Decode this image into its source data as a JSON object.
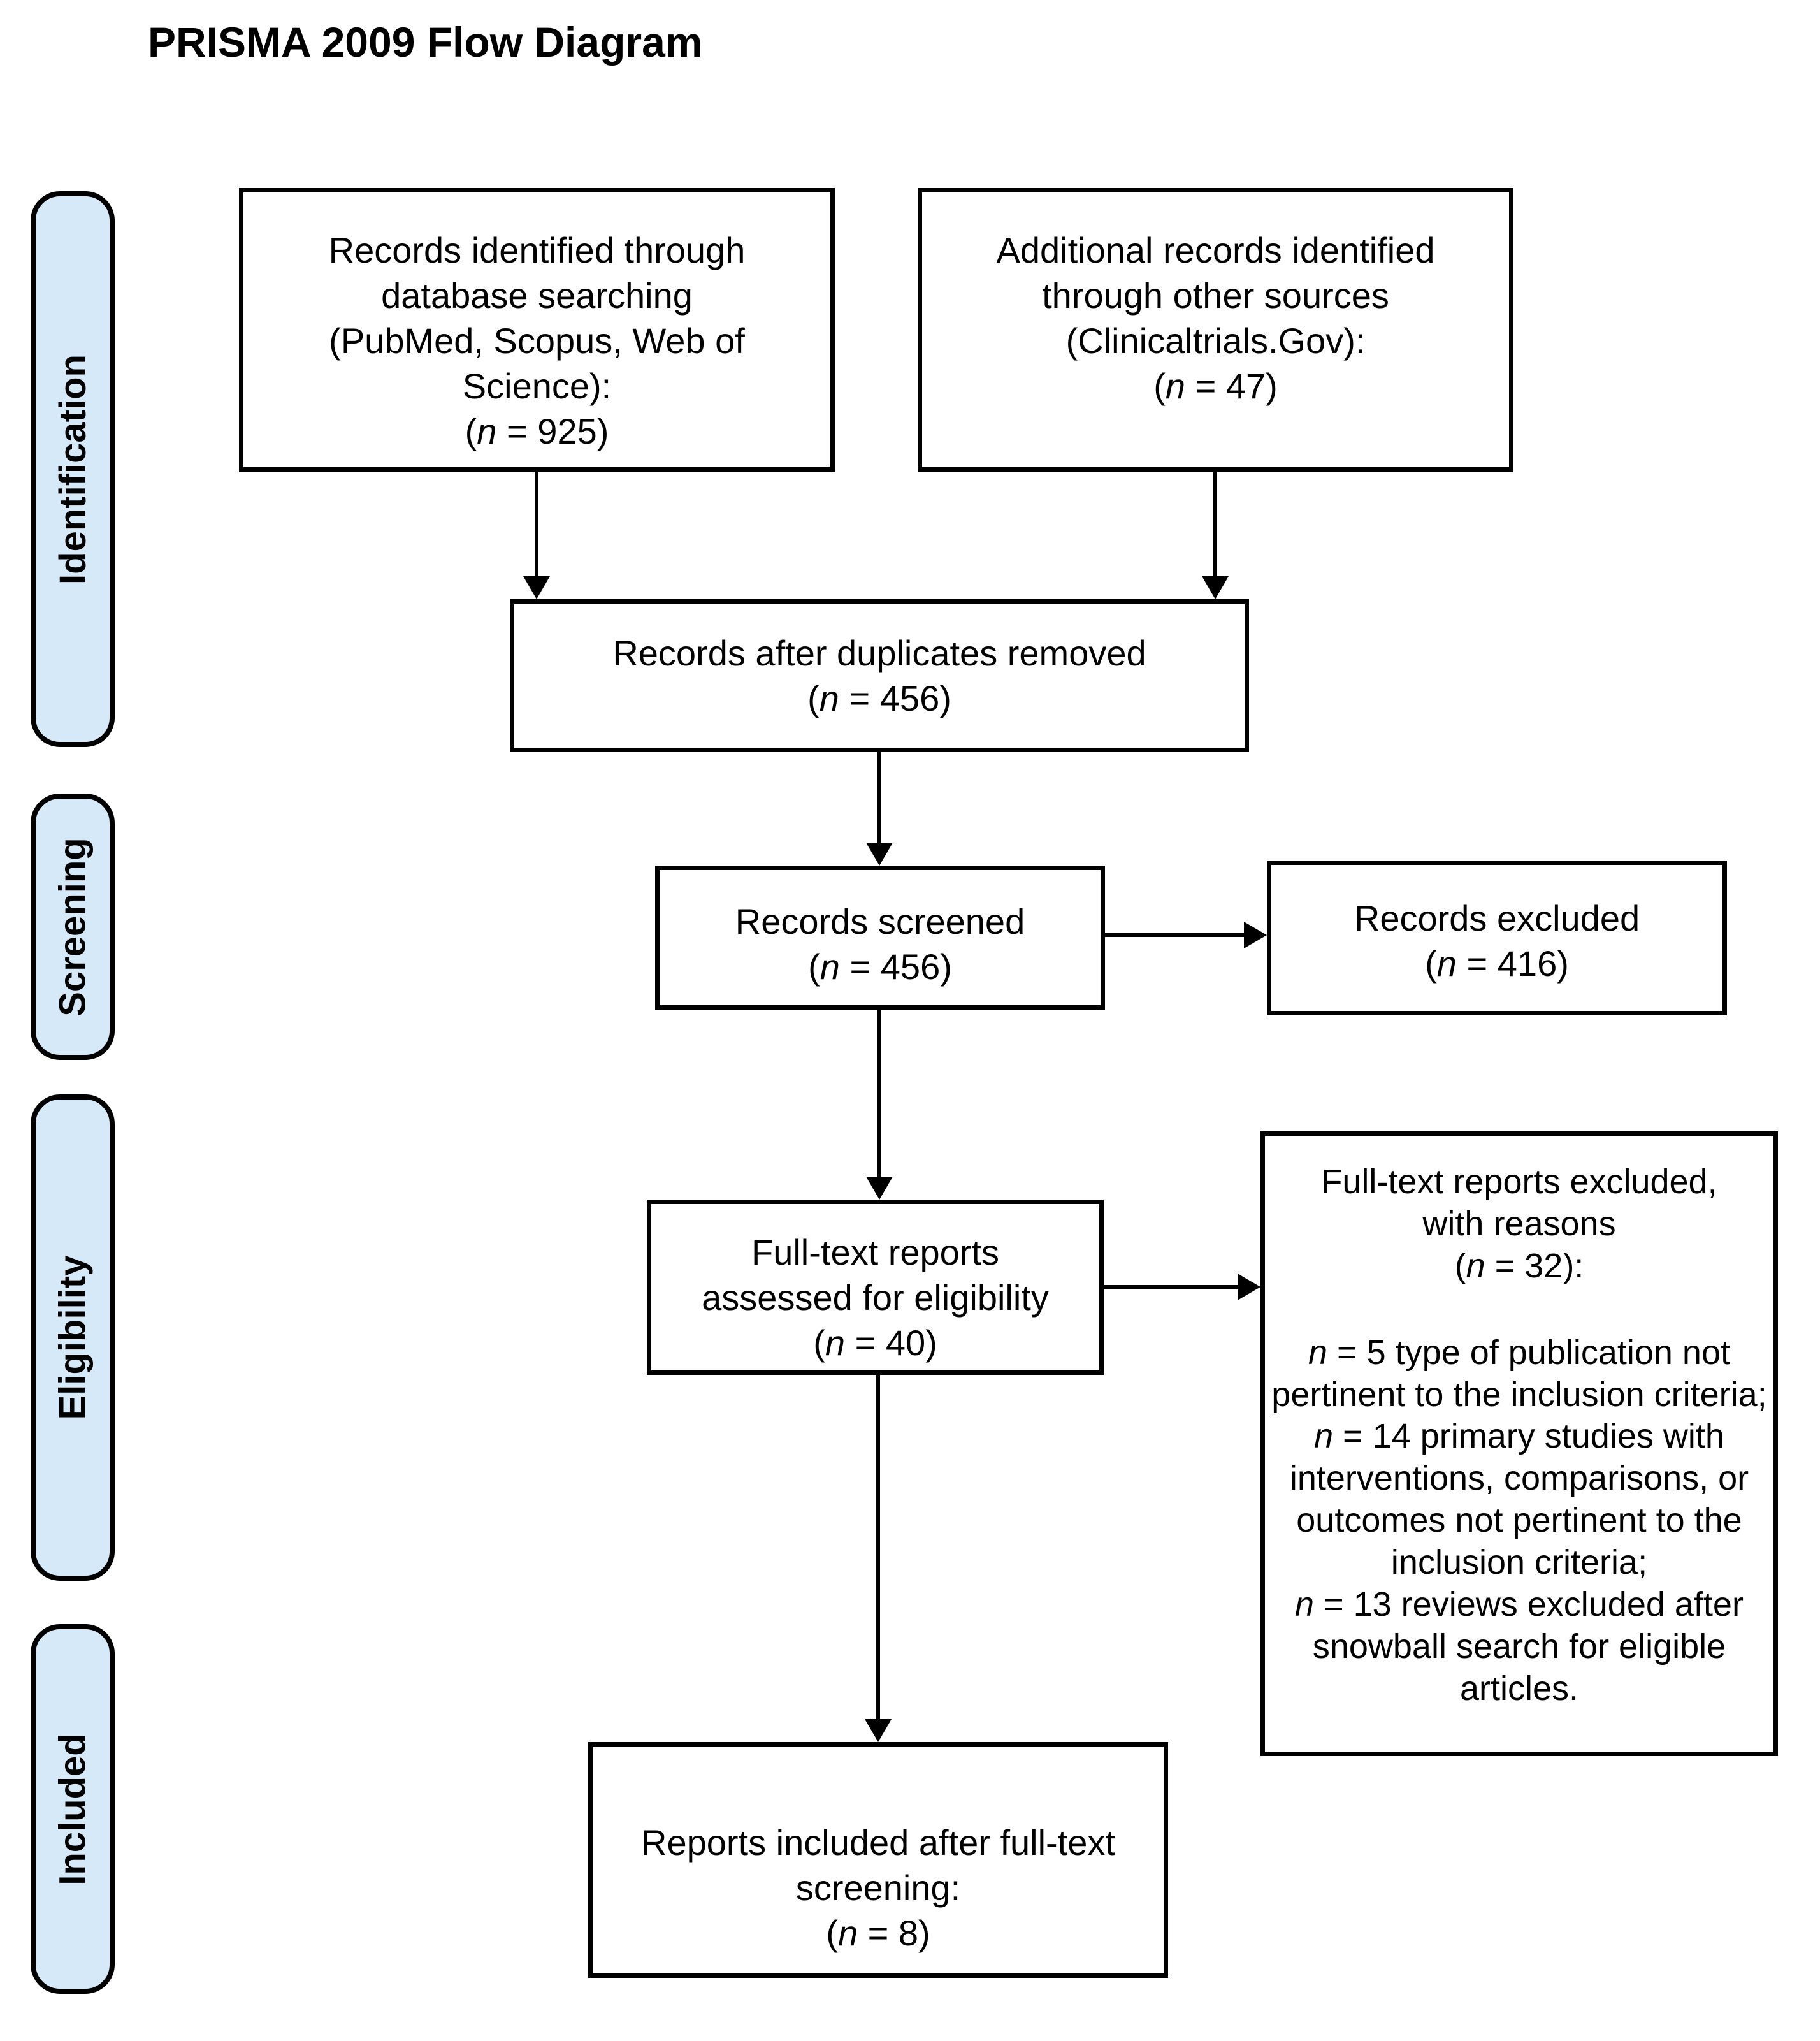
{
  "title": "PRISMA 2009 Flow Diagram",
  "colors": {
    "stage_fill": "#d6e9f9",
    "box_border": "#000000"
  },
  "stages": {
    "identification": "Identification",
    "screening": "Screening",
    "eligibility": "Eligibility",
    "included": "Included"
  },
  "boxes": {
    "db_search": {
      "lines": [
        "Records identified through",
        "database searching",
        "(PubMed, Scopus, Web of",
        "Science):"
      ],
      "count": {
        "open": "(",
        "n": "n",
        "rest": " = 925)"
      }
    },
    "other_sources": {
      "lines": [
        "Additional records identified",
        "through other sources",
        "(Clinicaltrials.Gov):"
      ],
      "count": {
        "open": "(",
        "n": "n",
        "rest": " = 47)"
      }
    },
    "dedup": {
      "lines": [
        "Records after duplicates removed"
      ],
      "count": {
        "open": "(",
        "n": "n",
        "rest": " = 456)"
      }
    },
    "screened": {
      "lines": [
        "Records screened"
      ],
      "count": {
        "open": "(",
        "n": "n",
        "rest": " = 456)"
      }
    },
    "excluded": {
      "lines": [
        "Records excluded"
      ],
      "count": {
        "open": "(",
        "n": "n",
        "rest": " = 416)"
      }
    },
    "fulltext": {
      "lines": [
        "Full-text reports",
        "assessed for eligibility"
      ],
      "count": {
        "open": "(",
        "n": "n",
        "rest": " = 40)"
      }
    },
    "fulltext_excluded": {
      "lines": [
        "Full-text reports excluded,",
        "with reasons"
      ],
      "count": {
        "open": "(",
        "n": "n",
        "rest": " = 32):"
      },
      "reasons": [
        {
          "n": "n",
          "rest": " = 5 type of publication not pertinent to the inclusion criteria;"
        },
        {
          "n": "n",
          "rest": " = 14 primary studies with interventions, comparisons, or outcomes not pertinent to the inclusion criteria;"
        },
        {
          "n": "n",
          "rest": " = 13 reviews excluded after snowball search for eligible articles."
        }
      ]
    },
    "included_reports": {
      "lines": [
        "Reports included after full-text",
        "screening:"
      ],
      "count": {
        "open": "(",
        "n": "n",
        "rest": " = 8)"
      }
    }
  }
}
